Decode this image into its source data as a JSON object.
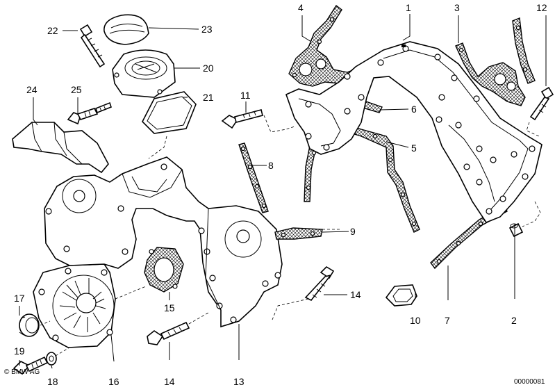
{
  "diagram": {
    "callouts": [
      {
        "id": "c1",
        "text": "1"
      },
      {
        "id": "c2",
        "text": "2"
      },
      {
        "id": "c3",
        "text": "3"
      },
      {
        "id": "c4",
        "text": "4"
      },
      {
        "id": "c5",
        "text": "5"
      },
      {
        "id": "c6",
        "text": "6"
      },
      {
        "id": "c7",
        "text": "7"
      },
      {
        "id": "c8",
        "text": "8"
      },
      {
        "id": "c9",
        "text": "9"
      },
      {
        "id": "c10",
        "text": "10"
      },
      {
        "id": "c11",
        "text": "11"
      },
      {
        "id": "c12",
        "text": "12"
      },
      {
        "id": "c13",
        "text": "13"
      },
      {
        "id": "c14a",
        "text": "14"
      },
      {
        "id": "c14b",
        "text": "14"
      },
      {
        "id": "c15",
        "text": "15"
      },
      {
        "id": "c16",
        "text": "16"
      },
      {
        "id": "c17",
        "text": "17"
      },
      {
        "id": "c18",
        "text": "18"
      },
      {
        "id": "c19",
        "text": "19"
      },
      {
        "id": "c20",
        "text": "20"
      },
      {
        "id": "c21",
        "text": "21"
      },
      {
        "id": "c22",
        "text": "22"
      },
      {
        "id": "c23",
        "text": "23"
      },
      {
        "id": "c24",
        "text": "24"
      },
      {
        "id": "c25",
        "text": "25"
      }
    ],
    "copyright": "© BMW AG",
    "image_number": "00000081"
  }
}
